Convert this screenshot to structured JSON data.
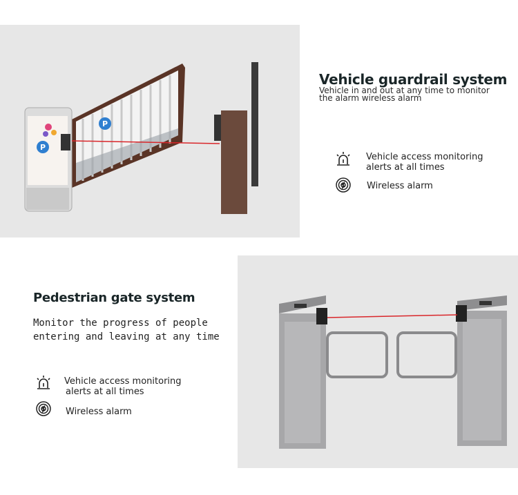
{
  "vehicle_section": {
    "title": "Vehicle guardrail system",
    "subtitle": "Vehicle in and out at any time to monitor the alarm wireless alarm",
    "features": [
      {
        "icon": "alarm-siren-icon",
        "label_line1": "Vehicle access monitoring",
        "label_line2": "alerts at all times"
      },
      {
        "icon": "wireless-alarm-icon",
        "label": "Wireless alarm"
      }
    ]
  },
  "pedestrian_section": {
    "title": "Pedestrian gate system",
    "subtitle_line1": "Monitor the progress of people",
    "subtitle_line2": "entering and leaving at any time",
    "features": [
      {
        "icon": "alarm-siren-icon",
        "label_line1": "Vehicle access monitoring",
        "label_line2": "alerts at all times"
      },
      {
        "icon": "wireless-alarm-icon",
        "label": "Wireless alarm"
      }
    ]
  },
  "colors": {
    "beam": "#d9262a",
    "title": "#1a2628",
    "photo_bg": "#e7e7e7"
  }
}
